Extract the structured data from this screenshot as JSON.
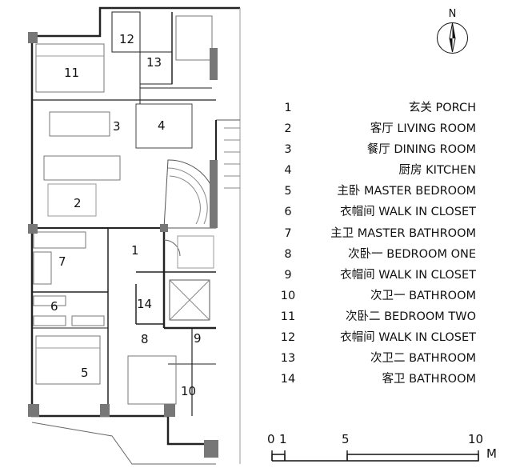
{
  "compass": {
    "north_label": "N"
  },
  "rooms": [
    {
      "num": "1",
      "label": "玄关  PORCH"
    },
    {
      "num": "2",
      "label": "客厅  LIVING  ROOM"
    },
    {
      "num": "3",
      "label": "餐厅  DINING ROOM"
    },
    {
      "num": "4",
      "label": "厨房  KITCHEN"
    },
    {
      "num": "5",
      "label": "主卧  MASTER BEDROOM"
    },
    {
      "num": "6",
      "label": "衣帽间  WALK IN CLOSET"
    },
    {
      "num": "7",
      "label": "主卫  MASTER BATHROOM"
    },
    {
      "num": "8",
      "label": "次卧一  BEDROOM ONE"
    },
    {
      "num": "9",
      "label": "衣帽间  WALK IN CLOSET"
    },
    {
      "num": "10",
      "label": "次卫一  BATHROOM"
    },
    {
      "num": "11",
      "label": "次卧二  BEDROOM TWO"
    },
    {
      "num": "12",
      "label": "衣帽间  WALK IN CLOSET"
    },
    {
      "num": "13",
      "label": "次卫二  BATHROOM"
    },
    {
      "num": "14",
      "label": "客卫  BATHROOM"
    }
  ],
  "scale": {
    "ticks": [
      "0",
      "1",
      "5",
      "10"
    ],
    "unit": "M"
  }
}
